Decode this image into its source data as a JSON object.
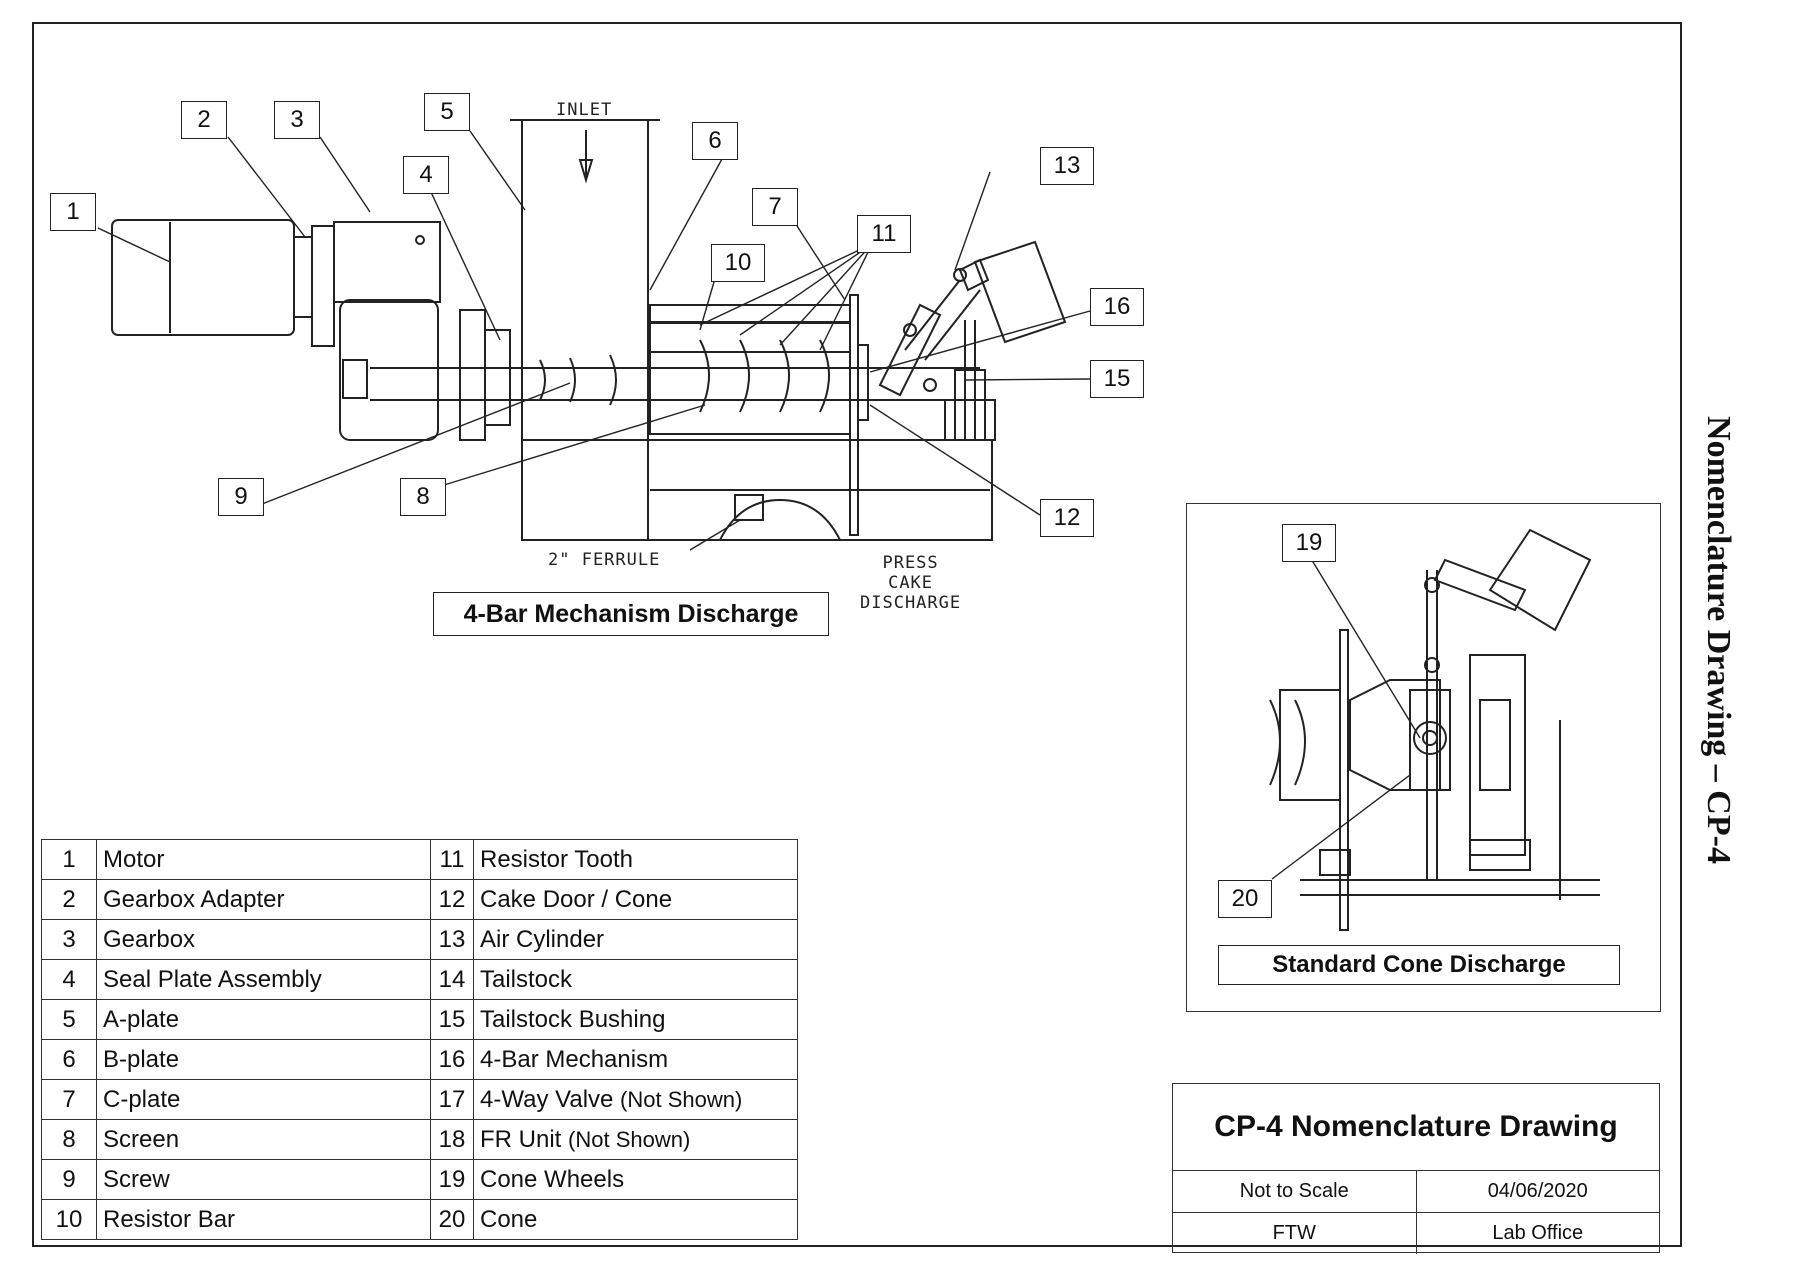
{
  "side_title": "Nomenclature Drawing – CP-4",
  "main_view": {
    "caption": "4-Bar Mechanism Discharge",
    "inlet_label": "INLET",
    "ferrule_label": "2\" FERRULE",
    "discharge_label": "PRESS\nCAKE\nDISCHARGE",
    "callouts": [
      "1",
      "2",
      "3",
      "4",
      "5",
      "6",
      "7",
      "8",
      "9",
      "10",
      "11",
      "12",
      "13",
      "15",
      "16"
    ]
  },
  "inset_view": {
    "caption": "Standard Cone Discharge",
    "callouts": [
      "19",
      "20"
    ]
  },
  "parts_table": {
    "left": [
      {
        "num": "1",
        "name": "Motor"
      },
      {
        "num": "2",
        "name": "Gearbox Adapter"
      },
      {
        "num": "3",
        "name": "Gearbox"
      },
      {
        "num": "4",
        "name": "Seal Plate Assembly"
      },
      {
        "num": "5",
        "name": "A-plate"
      },
      {
        "num": "6",
        "name": "B-plate"
      },
      {
        "num": "7",
        "name": "C-plate"
      },
      {
        "num": "8",
        "name": "Screen"
      },
      {
        "num": "9",
        "name": "Screw"
      },
      {
        "num": "10",
        "name": "Resistor Bar"
      }
    ],
    "right": [
      {
        "num": "11",
        "name": "Resistor Tooth"
      },
      {
        "num": "12",
        "name": "Cake Door / Cone"
      },
      {
        "num": "13",
        "name": "Air Cylinder"
      },
      {
        "num": "14",
        "name": "Tailstock"
      },
      {
        "num": "15",
        "name": "Tailstock Bushing"
      },
      {
        "num": "16",
        "name": "4-Bar Mechanism"
      },
      {
        "num": "17",
        "name": "4-Way Valve",
        "note": "(Not Shown)"
      },
      {
        "num": "18",
        "name": "FR Unit",
        "note": "(Not Shown)"
      },
      {
        "num": "19",
        "name": "Cone Wheels"
      },
      {
        "num": "20",
        "name": "Cone"
      }
    ]
  },
  "title_block": {
    "title": "CP-4 Nomenclature Drawing",
    "scale": "Not to Scale",
    "date": "04/06/2020",
    "drawn_by": "FTW",
    "location": "Lab Office"
  }
}
